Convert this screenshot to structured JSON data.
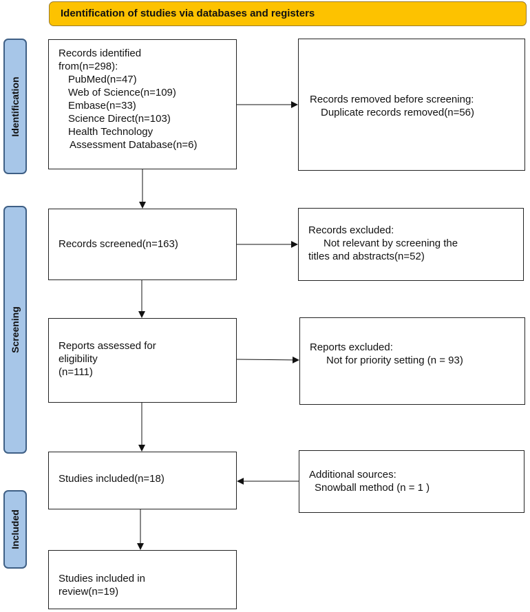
{
  "banner": {
    "title": "Identification of studies via databases and registers"
  },
  "stages": {
    "identification": "Identification",
    "screening": "Screening",
    "included": "Included"
  },
  "boxes": {
    "records_identified": {
      "lines": [
        "Records identified",
        "from(n=298):",
        "PubMed(n=47)",
        "Web of Science(n=109)",
        "Embase(n=33)",
        "Science Direct(n=103)",
        "Health Technology",
        "Assessment Database(n=6)"
      ]
    },
    "records_removed": {
      "lines": [
        "Records removed  before screening:",
        "Duplicate records removed(n=56)"
      ]
    },
    "records_screened": {
      "lines": [
        "Records screened(n=163)"
      ]
    },
    "records_excluded": {
      "lines": [
        "Records excluded:",
        "Not relevant  by screening the",
        "titles and abstracts(n=52)"
      ]
    },
    "reports_assessed": {
      "lines": [
        "Reports assessed for",
        "eligibility",
        "(n=111)"
      ]
    },
    "reports_excluded": {
      "lines": [
        "Reports excluded:",
        "Not for priority setting (n = 93)"
      ]
    },
    "studies_included": {
      "lines": [
        "Studies included(n=18)"
      ]
    },
    "additional_sources": {
      "lines": [
        "Additional sources:",
        "Snowball method  (n = 1 )"
      ]
    },
    "studies_in_review": {
      "lines": [
        "Studies included in",
        "review(n=19)"
      ]
    }
  }
}
